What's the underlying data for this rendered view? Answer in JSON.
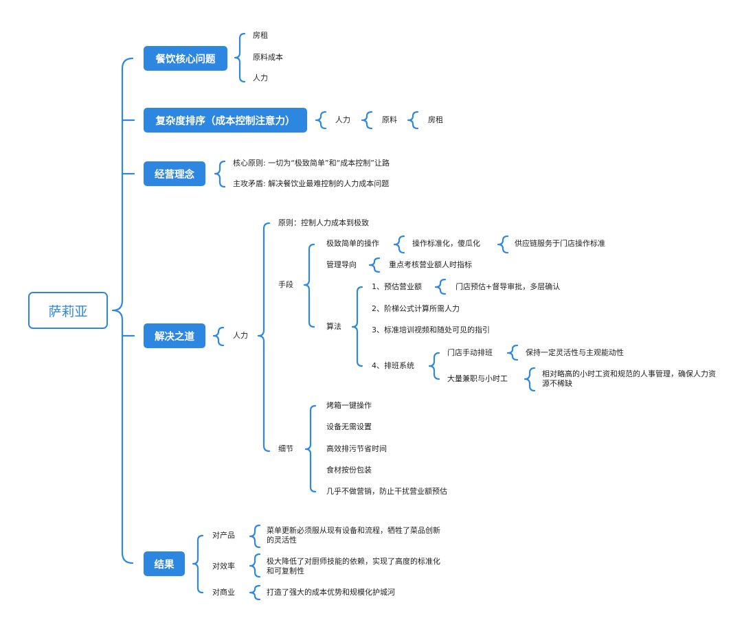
{
  "root": "萨莉亚",
  "branches": {
    "core": {
      "label": "餐饮核心问题",
      "items": [
        "房租",
        "原料成本",
        "人力"
      ]
    },
    "complexity": {
      "label": "复杂度排序（成本控制注意力）",
      "chain": [
        "人力",
        "原料",
        "房租"
      ]
    },
    "philosophy": {
      "label": "经营理念",
      "items": [
        "核心原则: 一切为“极致简单”和“成本控制”让路",
        "主攻矛盾: 解决餐饮业最难控制的人力成本问题"
      ]
    },
    "solution": {
      "label": "解决之道",
      "human": "人力",
      "principle": "原则：控制人力成本到极致",
      "means": {
        "label": "手段",
        "ops": {
          "label": "极致简单的操作",
          "standard": "操作标准化，傻瓜化",
          "supply": "供应链服务于门店操作标准"
        },
        "mgmt": {
          "label": "管理导向",
          "kpi": "重点考核营业额人时指标"
        },
        "algo": {
          "label": "算法",
          "s1": "1、预估营业额",
          "s1_detail": "门店预估+督导审批，多层确认",
          "s2": "2、阶梯公式计算所需人力",
          "s3": "3、标准培训视频和随处可见的指引",
          "s4": "4、排班系统",
          "s4_manual": "门店手动排班",
          "s4_manual_detail": "保持一定灵活性与主观能动性",
          "s4_part": "大量兼职与小时工",
          "s4_part_detail": "相对略高的小时工资和规范的人事管理，确保人力资源不稀缺"
        }
      },
      "details": {
        "label": "细节",
        "items": [
          "烤箱一键操作",
          "设备无需设置",
          "高效排污节省时间",
          "食材按份包装",
          "几乎不做营销，防止干扰营业额预估"
        ]
      }
    },
    "result": {
      "label": "结果",
      "product": "对产品",
      "product_detail": "菜单更新必须服从现有设备和流程，牺牲了菜品创新的灵活性",
      "efficiency": "对效率",
      "efficiency_detail": "极大降低了对厨师技能的依赖，实现了高度的标准化和可复制性",
      "business": "对商业",
      "business_detail": "打造了强大的成本优势和规模化护城河"
    }
  }
}
